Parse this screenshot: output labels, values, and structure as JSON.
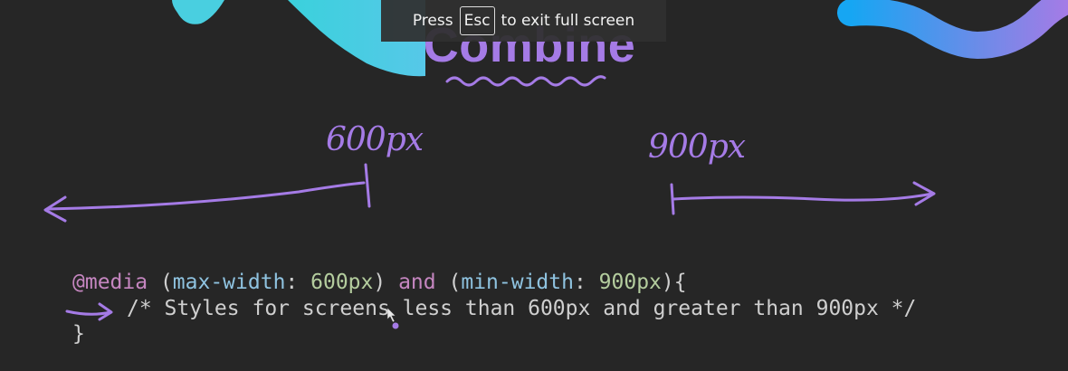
{
  "fullscreen_banner": {
    "press": "Press",
    "key": "Esc",
    "message": "to exit full screen"
  },
  "slide": {
    "title": "Combine",
    "left_breakpoint_label": "600px",
    "right_breakpoint_label": "900px"
  },
  "code": {
    "line1": {
      "at_rule": "@media",
      "open1": " (",
      "prop1": "max-width",
      "colon1": ": ",
      "value1": "600px",
      "close1": ")",
      "keyword": " and ",
      "open2": "(",
      "prop2": "min-width",
      "colon2": ": ",
      "value2": "900px",
      "close2": "){"
    },
    "line2": "/* Styles for screens less than 600px and greater than 900px */",
    "line3": "}"
  },
  "colors": {
    "background": "#262626",
    "accent_purple": "#a57be6",
    "blob_cyan": "#3fd3dc",
    "stroke_blue": "#1ea2f2"
  }
}
